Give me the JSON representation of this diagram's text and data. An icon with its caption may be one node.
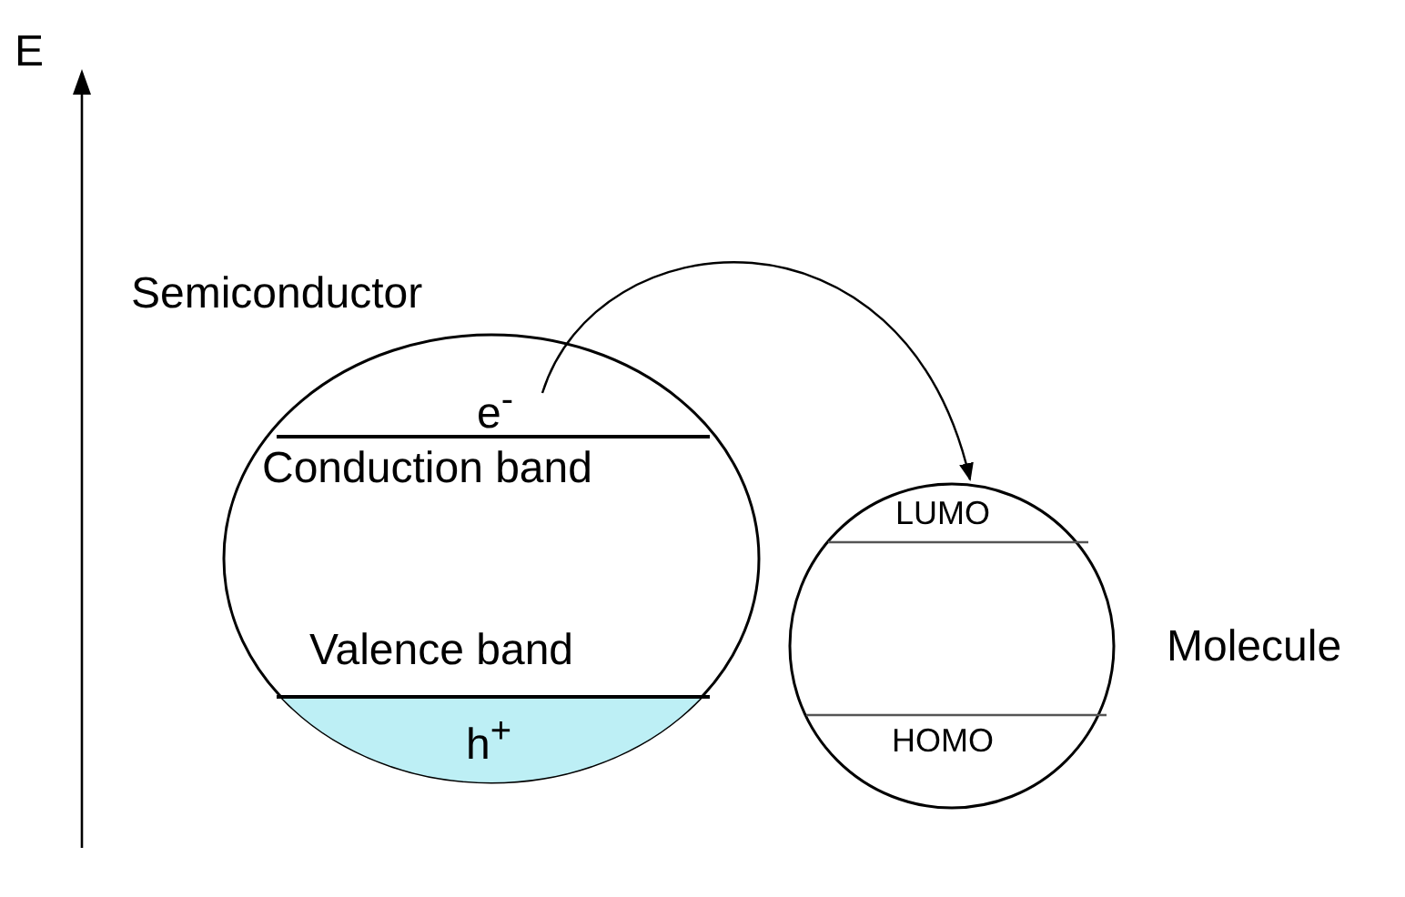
{
  "diagram": {
    "nodes": [
      {
        "text": [
          "Semiconductor"
        ]
      },
      {
        "text": [
          "e$^{-}$"
        ],
        "in": 0
      },
      {
        "text": [
          "Molecule"
        ]
      }
    ],
    "edges": [
      {
        "from": 1,
        "to": 2,
        "arrow": "to"
      }
    ],
    "labels": [
      "E",
      "Conduction band",
      "Valence band",
      "h$^{+}$",
      "LUMO",
      "HOMO"
    ]
  }
}
